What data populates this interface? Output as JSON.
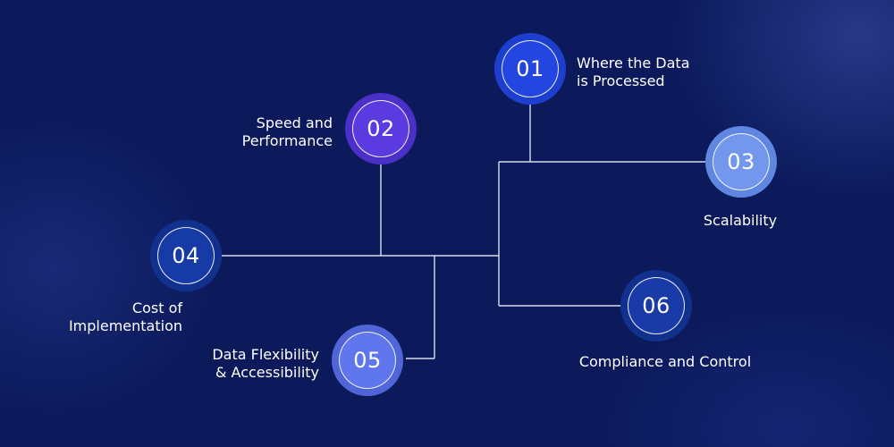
{
  "colors": {
    "background": "#0c1a5c",
    "connector": "#d8dcef",
    "node_01_outer": "#1d3fd0",
    "node_01_inner": "#2446e0",
    "node_02_outer": "#4a30c8",
    "node_02_inner": "#5b3be0",
    "node_03_outer": "#5f86e0",
    "node_03_inner": "#7497ee",
    "node_04_outer": "#12318f",
    "node_04_inner": "#173ba6",
    "node_05_outer": "#4f65d8",
    "node_05_inner": "#5f76ec",
    "node_06_outer": "#11318f",
    "node_06_inner": "#1a3aa8"
  },
  "nodes": [
    {
      "number": "01",
      "label_lines": [
        "Where the Data",
        "is Processed"
      ]
    },
    {
      "number": "02",
      "label_lines": [
        "Speed and",
        "Performance"
      ]
    },
    {
      "number": "03",
      "label_lines": [
        "Scalability"
      ]
    },
    {
      "number": "04",
      "label_lines": [
        "Cost of",
        "Implementation"
      ]
    },
    {
      "number": "05",
      "label_lines": [
        "Data Flexibility",
        "& Accessibility"
      ]
    },
    {
      "number": "06",
      "label_lines": [
        "Compliance and Control"
      ]
    }
  ]
}
